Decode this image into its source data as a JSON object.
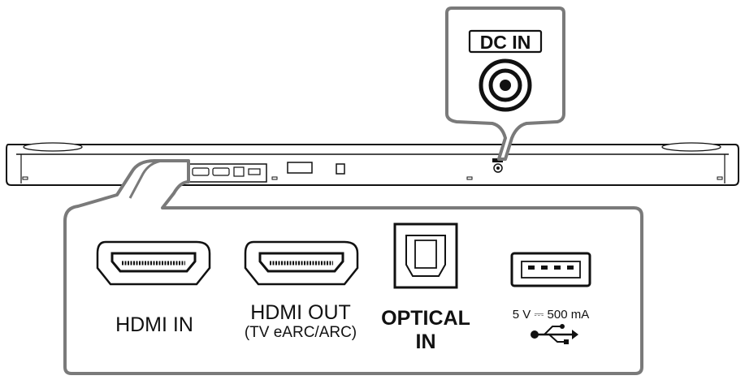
{
  "callout_dc": {
    "label": "DC IN"
  },
  "ports": [
    {
      "label": "HDMI IN",
      "sublabel": ""
    },
    {
      "label": "HDMI OUT",
      "sublabel": "(TV eARC/ARC)"
    },
    {
      "label": "OPTICAL",
      "sublabel": "IN"
    },
    {
      "label": "5 V ⎓ 500 mA",
      "sublabel": ""
    }
  ],
  "icons": [
    "hdmi-port-icon",
    "optical-port-icon",
    "usb-port-icon",
    "usb-symbol-icon",
    "dc-jack-icon"
  ],
  "colors": {
    "outline": "#111111",
    "callout_border": "#7a7a7a",
    "callout_fill": "#ffffff"
  }
}
